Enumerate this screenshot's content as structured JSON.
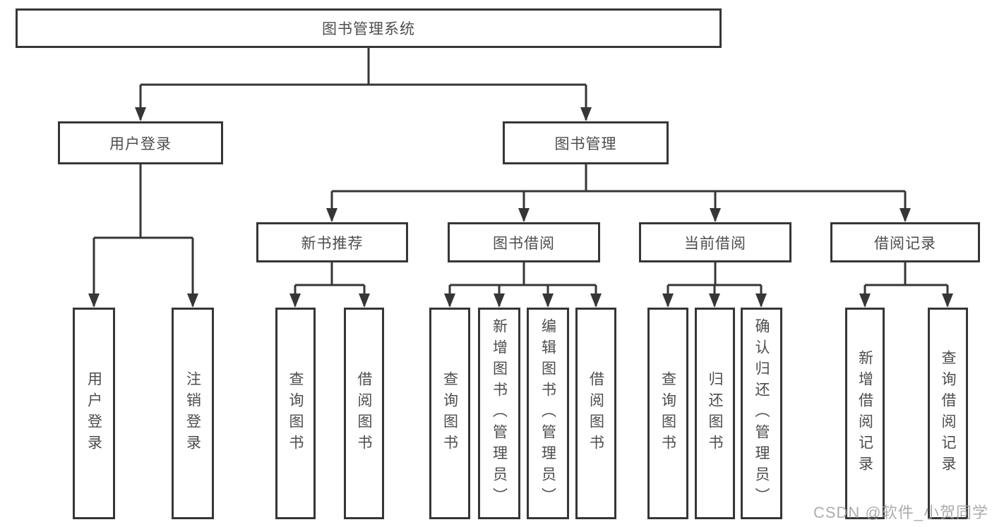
{
  "diagram": {
    "root": "图书管理系统",
    "level2": [
      {
        "label": "用户登录",
        "leaves": [
          "用户登录",
          "注销登录"
        ]
      },
      {
        "label": "图书管理"
      }
    ],
    "level3": [
      {
        "label": "新书推荐",
        "leaves": [
          "查询图书",
          "借阅图书"
        ]
      },
      {
        "label": "图书借阅",
        "leaves": [
          "查询图书",
          "新增图书（管理员）",
          "编辑图书（管理员）",
          "借阅图书"
        ]
      },
      {
        "label": "当前借阅",
        "leaves": [
          "查询图书",
          "归还图书",
          "确认归还（管理员）"
        ]
      },
      {
        "label": "借阅记录",
        "leaves": [
          "新增借阅记录",
          "查询借阅记录"
        ]
      }
    ]
  },
  "watermark": {
    "text": "CSDN @软件_小贺同学"
  },
  "colors": {
    "line": "#363636",
    "box_border": "#363636",
    "text": "#4d4d4d",
    "background": "#ffffff",
    "watermark": "#9e9e9e"
  }
}
